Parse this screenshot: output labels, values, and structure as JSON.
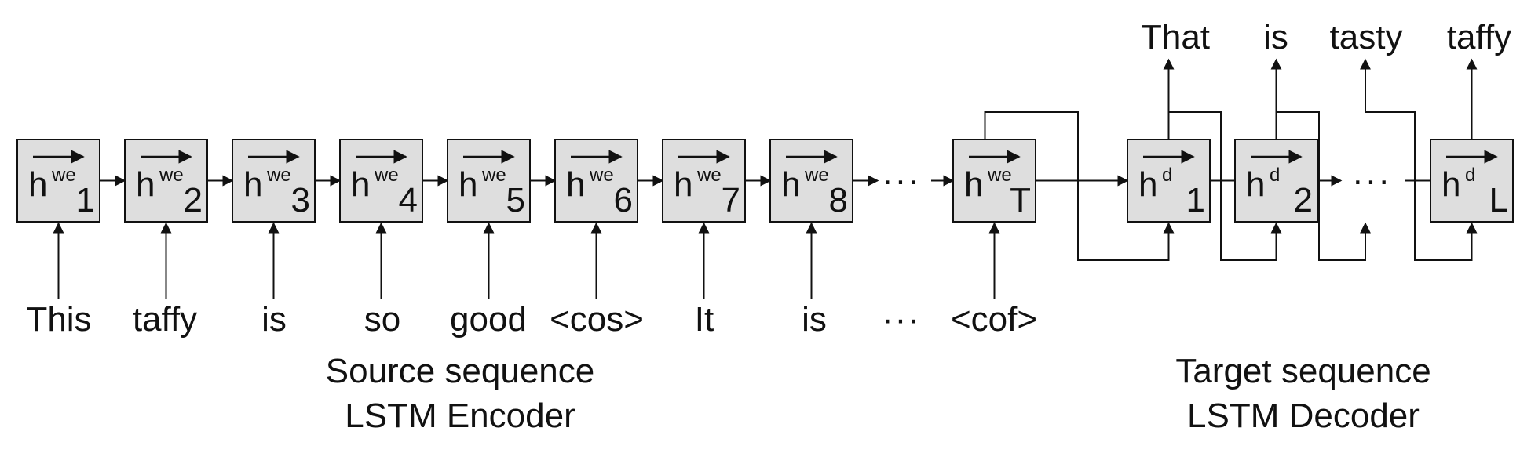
{
  "encoder": {
    "cells": [
      {
        "sup": "we",
        "sub": "1"
      },
      {
        "sup": "we",
        "sub": "2"
      },
      {
        "sup": "we",
        "sub": "3"
      },
      {
        "sup": "we",
        "sub": "4"
      },
      {
        "sup": "we",
        "sub": "5"
      },
      {
        "sup": "we",
        "sub": "6"
      },
      {
        "sup": "we",
        "sub": "7"
      },
      {
        "sup": "we",
        "sub": "8"
      },
      {
        "sup": "we",
        "sub": "T"
      }
    ],
    "inputs": [
      "This",
      "taffy",
      "is",
      "so",
      "good",
      "<cos>",
      "It",
      "is",
      "<cof>"
    ],
    "ellipsis": "···",
    "caption_line1": "Source sequence",
    "caption_line2": "LSTM Encoder"
  },
  "decoder": {
    "cells": [
      {
        "sup": "d",
        "sub": "1"
      },
      {
        "sup": "d",
        "sub": "2"
      },
      {
        "sup": "d",
        "sub": "L"
      }
    ],
    "outputs": [
      "That",
      "is",
      "tasty",
      "taffy"
    ],
    "ellipsis": "···",
    "caption_line1": "Target sequence",
    "caption_line2": "LSTM Decoder"
  },
  "cell_base": "h"
}
